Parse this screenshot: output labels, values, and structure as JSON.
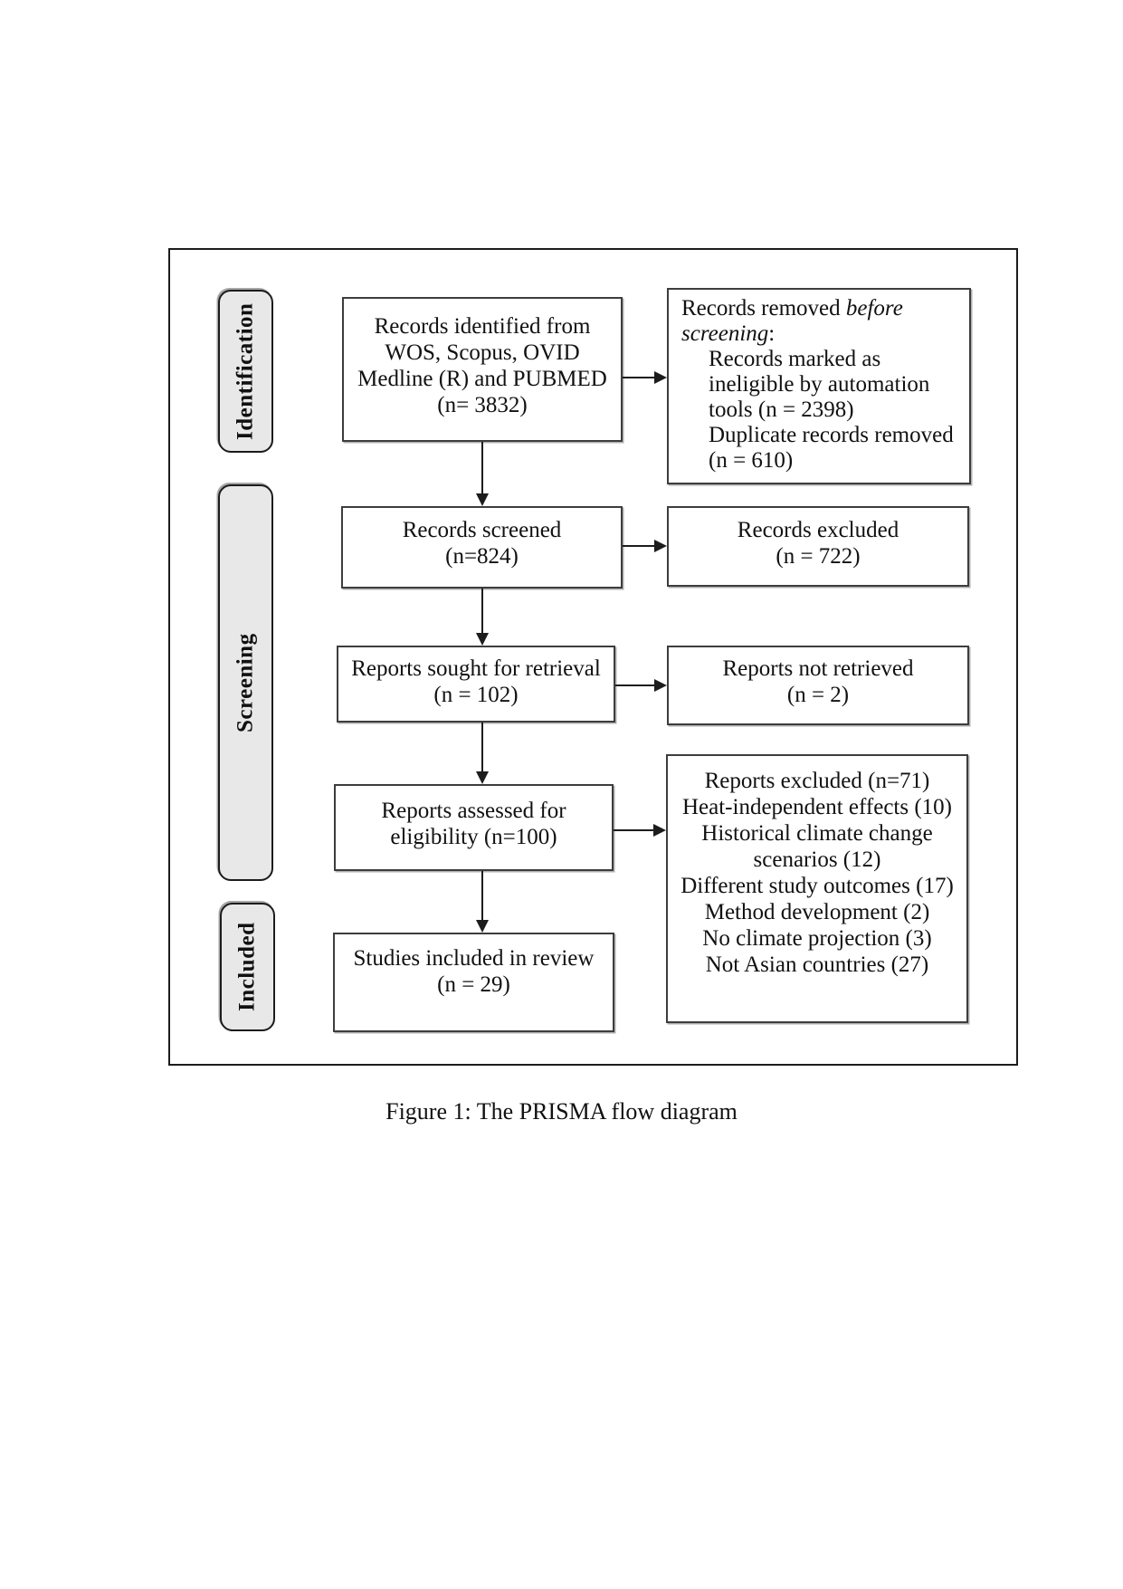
{
  "figure": {
    "caption": "Figure 1: The PRISMA flow diagram"
  },
  "stage_labels": {
    "identification": "Identification",
    "screening": "Screening",
    "included": "Included"
  },
  "flow": {
    "records_identified": {
      "lines": [
        "Records identified from",
        "WOS, Scopus, OVID",
        "Medline (R) and PUBMED",
        "(n= 3832)"
      ]
    },
    "records_removed": {
      "head_prefix": "Records removed ",
      "head_italic": "before screening",
      "head_suffix": ":",
      "items": [
        {
          "lines": [
            "Records marked as",
            "ineligible by automation",
            "tools (n = 2398)"
          ]
        },
        {
          "lines": [
            "Duplicate records removed",
            "(n = 610)"
          ]
        }
      ]
    },
    "records_screened": {
      "lines": [
        "Records screened",
        "(n=824)"
      ]
    },
    "records_excluded": {
      "lines": [
        "Records excluded",
        "(n = 722)"
      ]
    },
    "reports_sought": {
      "lines": [
        "Reports sought for retrieval",
        "(n = 102)"
      ]
    },
    "reports_not_retrieved": {
      "lines": [
        "Reports not retrieved",
        "(n = 2)"
      ]
    },
    "reports_assessed": {
      "lines": [
        "Reports assessed for",
        "eligibility (n=100)"
      ]
    },
    "reports_excluded": {
      "lines": [
        "Reports excluded (n=71)",
        "Heat-independent effects (10)",
        "Historical climate change",
        "scenarios (12)",
        "Different study outcomes (17)",
        "Method development (2)",
        "No climate projection (3)",
        "Not Asian countries (27)"
      ]
    },
    "studies_included": {
      "lines": [
        "Studies included in review",
        "(n = 29)"
      ]
    }
  },
  "colors": {
    "stage_label_fill": "#e8e8e8",
    "border_black": "#1c1c1c",
    "box_border_gray": "#3d3d3d",
    "text": "#111111"
  }
}
